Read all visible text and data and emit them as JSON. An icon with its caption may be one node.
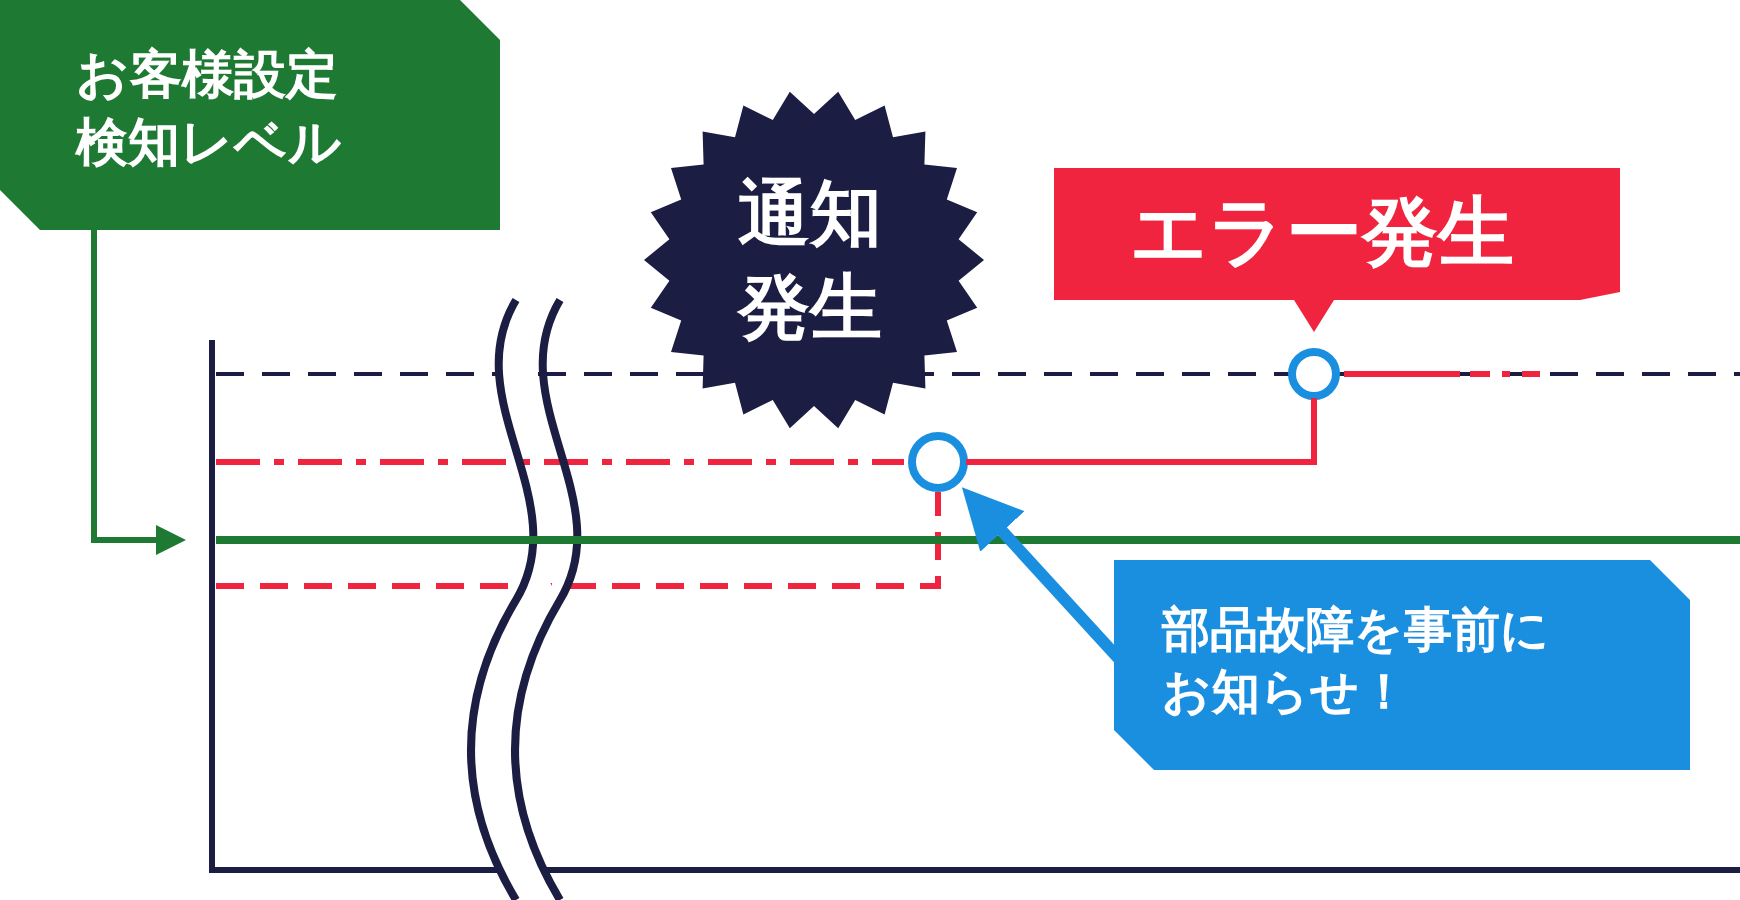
{
  "diagram": {
    "nodes": [
      {
        "text": [
          "お客様設定検知レベル"
        ]
      },
      {
        "text": [
          "通知発生"
        ]
      },
      {
        "text": [
          "エラー発生"
        ]
      },
      {
        "text": [],
        "shape": "circle"
      },
      {
        "text": [],
        "shape": "circle"
      },
      {
        "text": [],
        "shape": "line"
      },
      {
        "text": [
          "部品故障を事前にお知らせ！"
        ]
      }
    ],
    "edges": [
      {
        "from": 0,
        "to": 5,
        "arrow": "to",
        "color": "#1e7a33"
      },
      {
        "from": 6,
        "to": 4,
        "arrow": "to",
        "style": "thick",
        "color": "#1a8fe0"
      },
      {
        "from": 4,
        "to": 3,
        "arrow": "none",
        "color": "#f0243f"
      }
    ]
  }
}
